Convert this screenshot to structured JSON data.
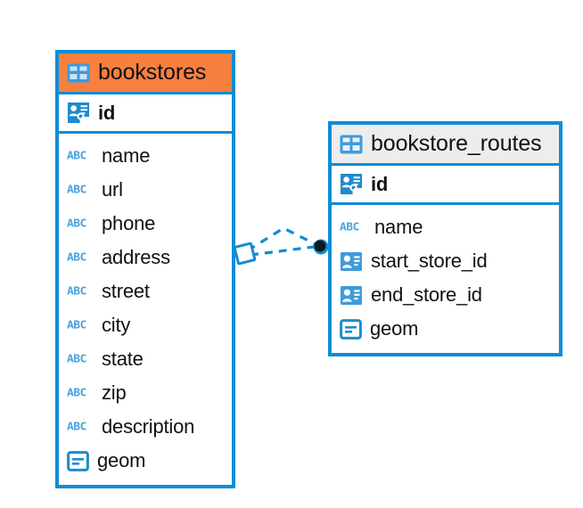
{
  "diagram": {
    "type": "entity-relationship-diagram",
    "background_color": "#FFFFFF",
    "accent_color": "#108CD6",
    "highlight_color": "#F8803F",
    "neutral_header_color": "#EDEDED",
    "icon_color": "#4BA3DC"
  },
  "entities": [
    {
      "name": "bookstores",
      "header_style": "orange",
      "header_icon": "table-icon",
      "primary_key": {
        "label": "id",
        "icon": "primary-key-icon"
      },
      "fields": [
        {
          "label": "name",
          "icon": "abc-icon",
          "icon_text": "ABC"
        },
        {
          "label": "url",
          "icon": "abc-icon",
          "icon_text": "ABC"
        },
        {
          "label": "phone",
          "icon": "abc-icon",
          "icon_text": "ABC"
        },
        {
          "label": "address",
          "icon": "abc-icon",
          "icon_text": "ABC"
        },
        {
          "label": "street",
          "icon": "abc-icon",
          "icon_text": "ABC"
        },
        {
          "label": "city",
          "icon": "abc-icon",
          "icon_text": "ABC"
        },
        {
          "label": "state",
          "icon": "abc-icon",
          "icon_text": "ABC"
        },
        {
          "label": "zip",
          "icon": "abc-icon",
          "icon_text": "ABC"
        },
        {
          "label": "description",
          "icon": "abc-icon",
          "icon_text": "ABC"
        },
        {
          "label": "geom",
          "icon": "geometry-icon",
          "icon_text": ""
        }
      ]
    },
    {
      "name": "bookstore_routes",
      "header_style": "grey",
      "header_icon": "table-icon",
      "primary_key": {
        "label": "id",
        "icon": "primary-key-icon"
      },
      "fields": [
        {
          "label": "name",
          "icon": "abc-icon",
          "icon_text": "ABC"
        },
        {
          "label": "start_store_id",
          "icon": "foreign-key-icon",
          "icon_text": ""
        },
        {
          "label": "end_store_id",
          "icon": "foreign-key-icon",
          "icon_text": ""
        },
        {
          "label": "geom",
          "icon": "geometry-icon",
          "icon_text": ""
        }
      ]
    }
  ],
  "relationship": {
    "from_entity": "bookstores",
    "to_entity": "bookstore_routes",
    "from_marker": "diamond",
    "to_marker": "filled-circle",
    "line_style": "dashed",
    "line_color": "#108CD6"
  }
}
